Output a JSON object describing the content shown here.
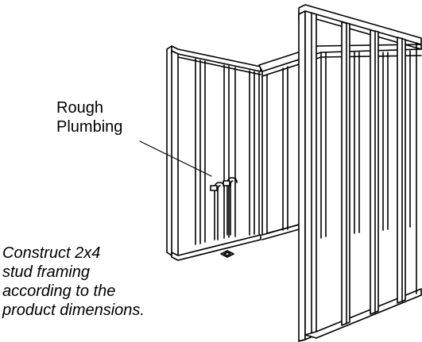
{
  "callout": {
    "line1": "Rough",
    "line2": "Plumbing"
  },
  "caption": {
    "line1": "Construct 2x4",
    "line2": "stud framing",
    "line3": "according to the",
    "line4": "product dimensions."
  },
  "colors": {
    "ink": "#000000",
    "background": "#ffffff"
  }
}
